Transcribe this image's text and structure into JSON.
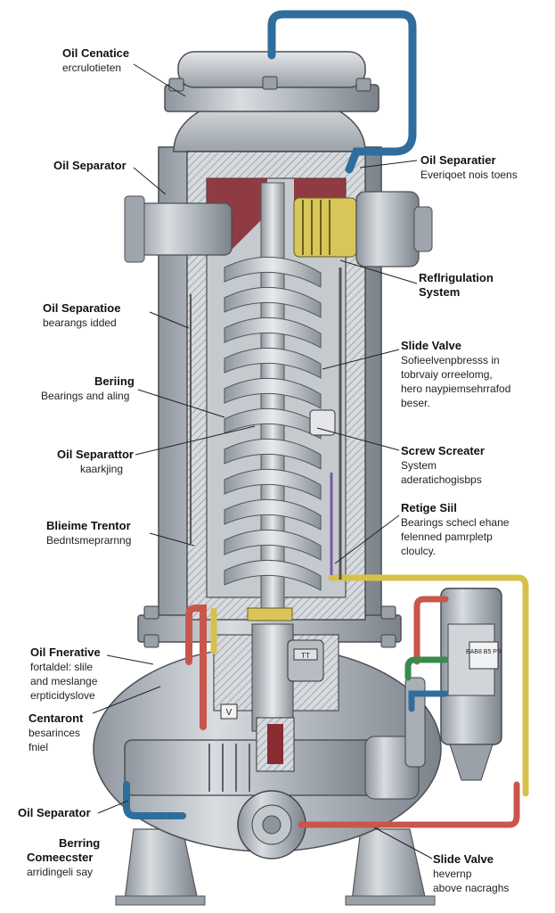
{
  "labels_left": [
    {
      "id": "oil-cenatice",
      "title": "Oil Cenatice",
      "lines": [
        "ercrulotieten"
      ]
    },
    {
      "id": "oil-separator-top",
      "title": "Oil Separator",
      "lines": []
    },
    {
      "id": "oil-separatioe",
      "title": "Oil Separatioe",
      "lines": [
        "bearangs idded"
      ]
    },
    {
      "id": "beriing",
      "title": "Beriing",
      "lines": [
        "Bearings and aling"
      ]
    },
    {
      "id": "oil-separattor",
      "title": "Oil Separattor",
      "lines": [
        "kaarkjing"
      ]
    },
    {
      "id": "blieime-trentor",
      "title": "Blieime Trentor",
      "lines": [
        "Bedntsmeprarnng"
      ]
    },
    {
      "id": "oil-fnerative",
      "title": "Oil Fnerative",
      "lines": [
        "fortaldel: slile",
        "and meslange",
        "erpticidyslove"
      ]
    },
    {
      "id": "centaront",
      "title": "Centaront",
      "lines": [
        "besarinces",
        "fniel"
      ]
    },
    {
      "id": "oil-separator-bottom",
      "title": "Oil Separator",
      "lines": []
    },
    {
      "id": "berring-comeecster",
      "title": "Berring",
      "lines": [
        "Comeecster",
        "arridingeli say"
      ]
    }
  ],
  "labels_right": [
    {
      "id": "oil-separatier",
      "title": "Oil Separatier",
      "lines": [
        "Everiqoet nois toens"
      ]
    },
    {
      "id": "refrigulation",
      "title": "Reflrigulation",
      "lines": [
        "System"
      ]
    },
    {
      "id": "slide-valve-top",
      "title": "Slide Valve",
      "lines": [
        "Sofieelvenpbresss in",
        "tobrvaiy orreelomg,",
        "hero naypiemsehrrafod",
        "beser."
      ]
    },
    {
      "id": "screw-screater",
      "title": "Screw Screater",
      "lines": [
        "System",
        "aderatichogisbps"
      ]
    },
    {
      "id": "retige-siil",
      "title": "Retige Siil",
      "lines": [
        "Bearings schecl ehane",
        "felenned pamrpletp",
        "cloulcy."
      ]
    },
    {
      "id": "slide-valve-bottom",
      "title": "Slide Valve",
      "lines": [
        "hevernp",
        "above nacraghs"
      ]
    }
  ],
  "plates": {
    "motor_plate": "BAB8 B5 PR",
    "gauge_plate": "V",
    "coupling_tag": "TT"
  },
  "colors": {
    "steel": "#b9bec4",
    "steel_dark": "#7d848c",
    "section_red": "#8a2a33",
    "pipe_blue": "#2f6d9c",
    "pipe_yellow": "#d6c24a",
    "pipe_red": "#c8564c",
    "pipe_green": "#3a8a4e",
    "brass": "#c9b04a"
  }
}
